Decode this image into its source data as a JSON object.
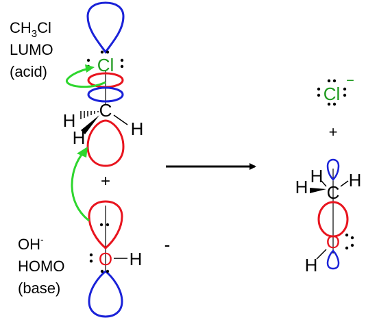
{
  "left_labels": {
    "acid": {
      "formula_c": "CH",
      "formula_sub": "3",
      "formula_cl": "Cl",
      "orbital": "LUMO",
      "role": "(acid)"
    },
    "base": {
      "formula": "OH",
      "formula_sup": "-",
      "orbital": "HOMO",
      "role": "(base)"
    }
  },
  "reactant_chloromethane": {
    "cl": "Cl",
    "c": "C",
    "h_left": "H",
    "h_right": "H",
    "h_lower": "H"
  },
  "reactant_hydroxide": {
    "o": "O",
    "h": "H",
    "charge": "-"
  },
  "plus_left": "+",
  "product_chloride": {
    "cl": "Cl",
    "charge": "−"
  },
  "plus_right": "+",
  "product_methanol": {
    "h_top": "H",
    "h_left": "H",
    "h_right": "H",
    "c": "C",
    "o": "O",
    "h_lower": "H"
  },
  "colors": {
    "lobe_red": "#e8141e",
    "lobe_blue": "#1a22d8",
    "arrow_green": "#2ed62e",
    "chlorine_green": "#1f9a1f",
    "oxygen_red": "#e8141e",
    "text": "#000000"
  }
}
